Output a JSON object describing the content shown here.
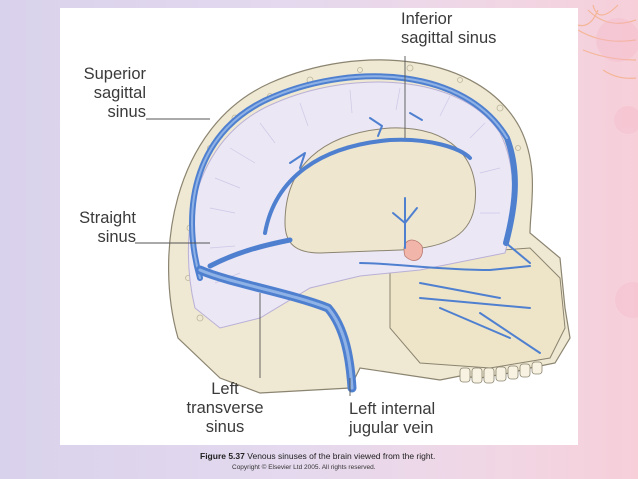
{
  "labels": {
    "inferior_sagittal_sinus": "Inferior\nsagittal sinus",
    "superior_sagittal_sinus": "Superior\nsagittal\nsinus",
    "straight_sinus": "Straight\nsinus",
    "left_transverse_sinus": "Left\ntransverse\nsinus",
    "left_internal_jugular_vein": "Left internal\njugular vein"
  },
  "caption": {
    "figure_number": "Figure 5.37",
    "text": "Venous sinuses of the brain viewed from the right."
  },
  "copyright": "Copyright © Elsevier Ltd 2005. All rights reserved.",
  "colors": {
    "vein": "#4f80d0",
    "vein_light": "#8fb2e6",
    "brain_fill": "#ebe7f5",
    "skull": "#efe8d2",
    "ventricle": "#efe6cf"
  }
}
